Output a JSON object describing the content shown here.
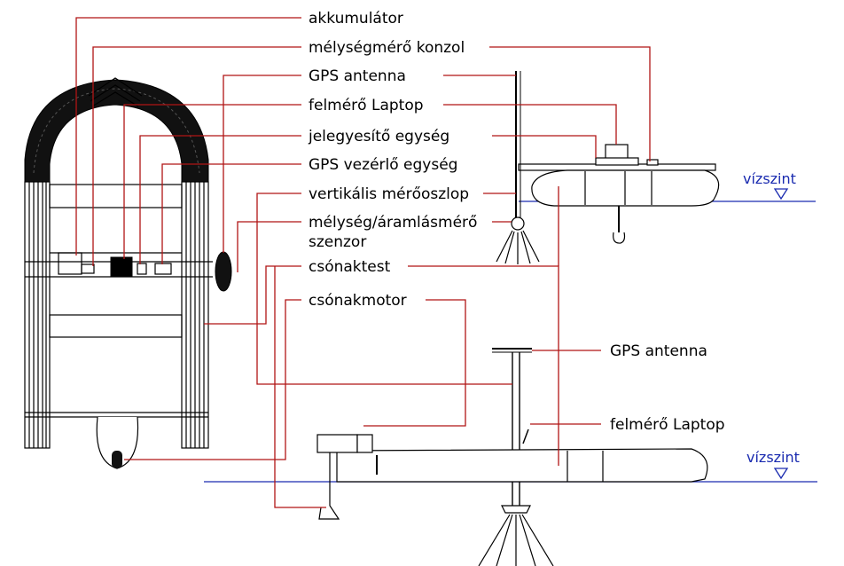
{
  "labels": {
    "akkumulator": "akkumulátor",
    "melysegmero_konzol": "mélységmérő konzol",
    "gps_antenna_top": "GPS antenna",
    "felmero_laptop_top": "felmérő Laptop",
    "jelegyesito_egyseg": "jelegyesítő egység",
    "gps_vezerlo_egyseg": "GPS vezérlő egység",
    "vertikalis_merooszlop": "vertikális mérőoszlop",
    "melyseg_aramlasmero": "mélység/áramlásmérő",
    "szenzor": "szenzor",
    "csonaktest": "csónaktest",
    "csonakmotor": "csónakmotor",
    "gps_antenna_bottom": "GPS antenna",
    "felmero_laptop_bottom": "felmérő Laptop",
    "vizszint_top": "vízszint",
    "vizszint_bottom": "vízszint"
  },
  "colors": {
    "leader": "#b01515",
    "water": "#1a2bb0",
    "outline": "#000000"
  }
}
